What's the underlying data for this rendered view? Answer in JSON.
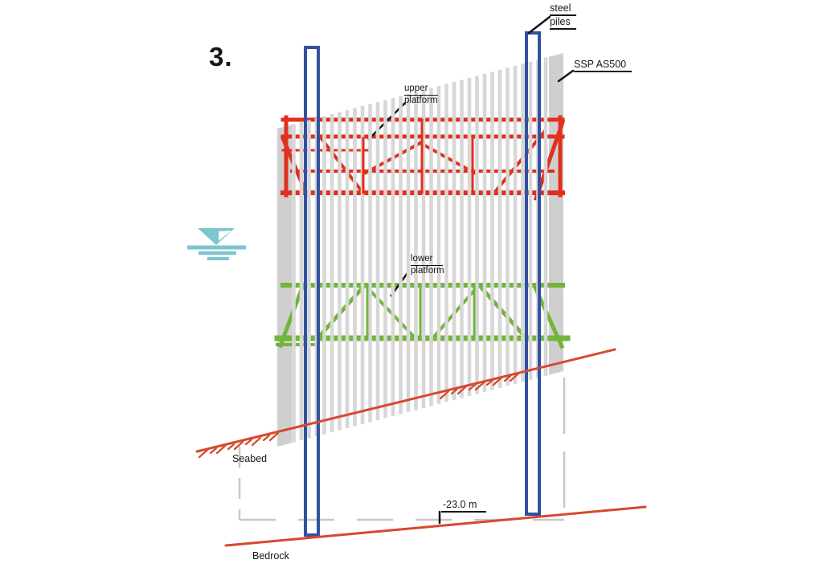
{
  "figure_label": "3.",
  "callouts": {
    "steel_piles": {
      "line1": "steel",
      "line2": "piles"
    },
    "sheet_pile_spec": "SSP AS500",
    "upper_platform": {
      "line1": "upper",
      "line2": "platform"
    },
    "lower_platform": {
      "line1": "lower",
      "line2": "platform"
    },
    "seabed": "Seabed",
    "bedrock": "Bedrock",
    "depth_mark": "-23.0 m"
  },
  "icons": {
    "water_level": "water-level-icon"
  },
  "colors": {
    "upper_platform_red": "#e0301f",
    "lower_platform_green": "#73b43c",
    "steel_pile_blue": "#33519f",
    "ground_line_red": "#d5492e",
    "sheet_pile_gray": "#d7d7d7",
    "sheet_pile_face_gray": "#cfcfcf",
    "buried_outline_gray": "#c7c7c7",
    "water_level_teal": "#7cc6cf",
    "callout_black": "#141414"
  }
}
